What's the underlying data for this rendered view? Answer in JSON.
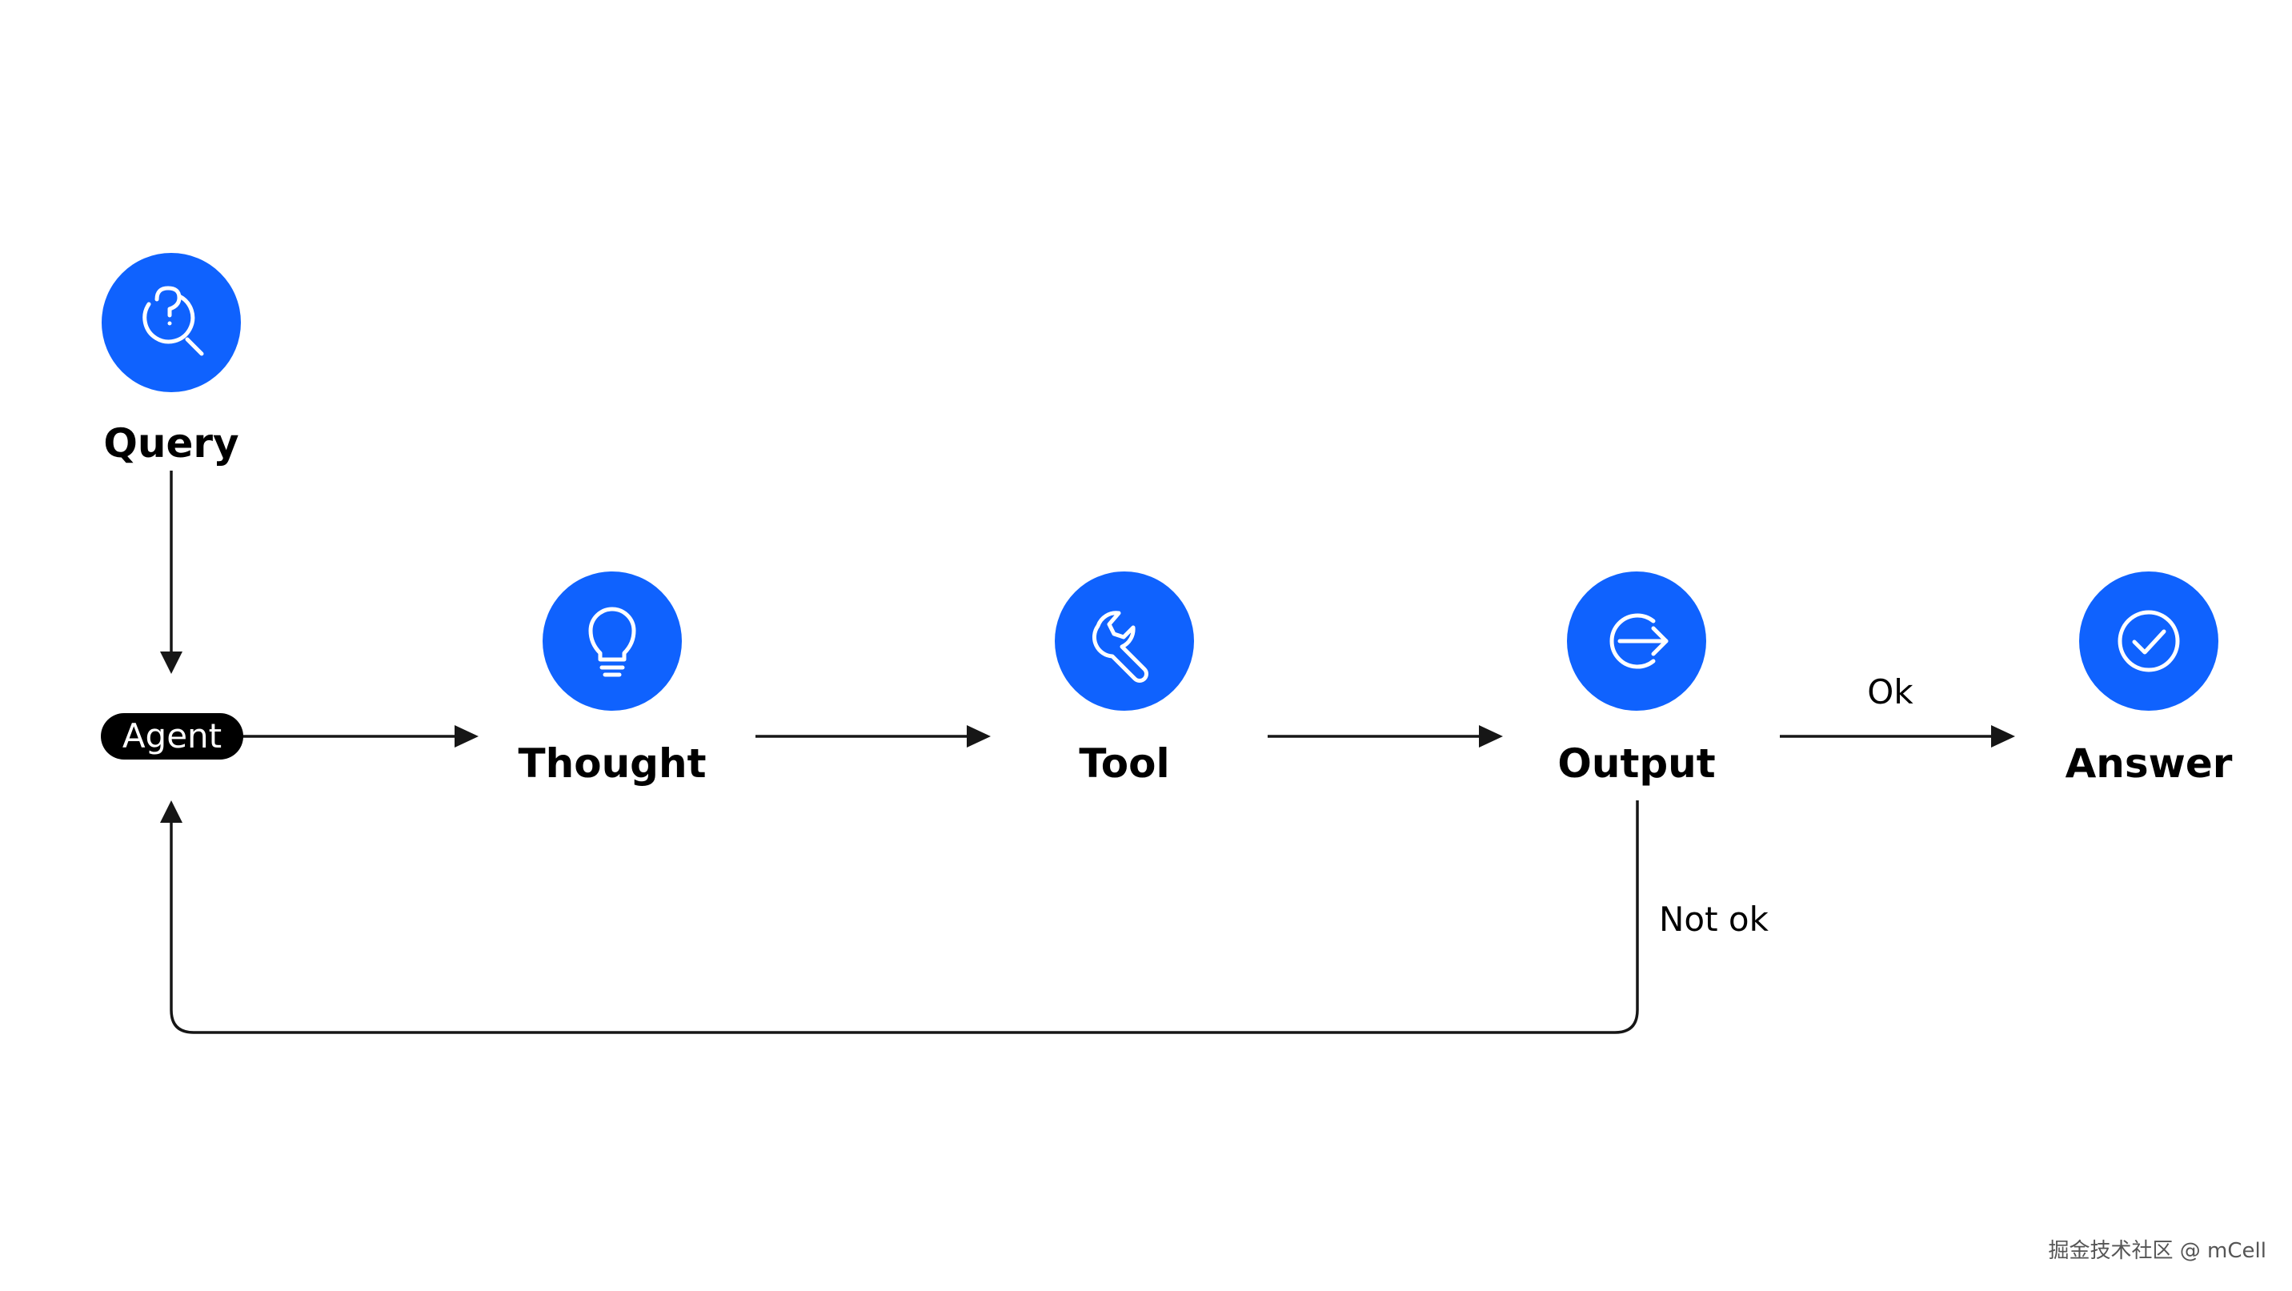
{
  "colors": {
    "node_fill": "#0f62fe",
    "icon_stroke": "#ffffff",
    "line": "#161616",
    "text": "#000000",
    "agent_fill": "#000000",
    "agent_text": "#ffffff",
    "watermark": "#555555"
  },
  "nodes": {
    "query": {
      "label": "Query",
      "icon": "question-search-icon"
    },
    "thought": {
      "label": "Thought",
      "icon": "lightbulb-icon"
    },
    "tool": {
      "label": "Tool",
      "icon": "wrench-icon"
    },
    "output": {
      "label": "Output",
      "icon": "exit-arrow-icon"
    },
    "answer": {
      "label": "Answer",
      "icon": "checkmark-circle-icon"
    }
  },
  "agent": {
    "label": "Agent"
  },
  "edges": {
    "ok": {
      "label": "Ok"
    },
    "not_ok": {
      "label": "Not ok"
    }
  },
  "watermark": {
    "text": "掘金技术社区 @ mCell"
  }
}
